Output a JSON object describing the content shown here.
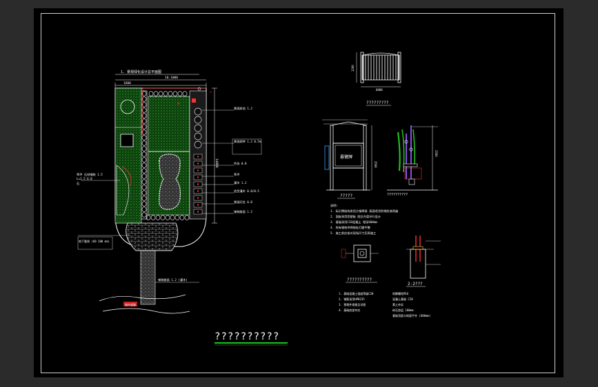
{
  "sheet": {
    "main_title": "??????????",
    "colors": {
      "background": "#000000",
      "line": "#ffffff",
      "grass": "#1e8a1e",
      "accent": "#ff2030",
      "hedge": "#cfcfcf",
      "paving": "#7a7a7a",
      "purple": "#c060ff",
      "title_underline": "#20c020"
    }
  },
  "plan": {
    "heading": "1. 景观绿化设计总平面图",
    "dim_top_left": "1600",
    "dim_top_total": "10.1000",
    "dim_right": "14800",
    "callouts_right": [
      "景观树池 1.2",
      "景观树种 1.2 0.5m",
      "色块 0.8",
      "草坪",
      "灌木 1.2",
      "造型灌木 0.8/0.5",
      "景观灯柱 0.8",
      "铺装路面 1.2"
    ],
    "callouts_left": [
      "草坪 石材铺装 1.5",
      "L=1.5 6.0",
      "石"
    ],
    "callout_bottom_left": "地下管线 (60 200 mm)",
    "callout_bottom_right": "铺装路面 1.2 (灌木)",
    "road_label": "城市道路"
  },
  "fence": {
    "dim_left": "1200",
    "dim_bottom": "6000",
    "caption": "?????????"
  },
  "sign": {
    "board_text": "悬臂牌",
    "front_caption": "?????",
    "side_caption": "??????????",
    "dim_h": "2500",
    "dim_h2": "2500"
  },
  "notes": {
    "heading": "说明:",
    "lines": [
      "1. 标识牌结构采用方钢焊接 表面喷涂防锈底漆两遍",
      "2. 面板采用铝塑板 图文内容另行设计",
      "3. 基础采用C20混凝土 埋深600mm",
      "4. 所有钢构件焊接处打磨平整",
      "5. 施工前应核对现场尺寸后再施工"
    ]
  },
  "foundation": {
    "plan_caption": "??????????",
    "section_caption": "2-2???",
    "left_notes": [
      "1. 基础混凝土强度等级C20",
      "2. 钢筋采用HPB235",
      "3. 预埋件规格见详图",
      "4. 基础底部夯实"
    ],
    "right_notes": [
      "地脚螺栓M16",
      "混凝土基础 C20",
      "素土夯实",
      "碎石垫层 100mm",
      "基础顶面与地面平齐 (600mm)"
    ]
  }
}
